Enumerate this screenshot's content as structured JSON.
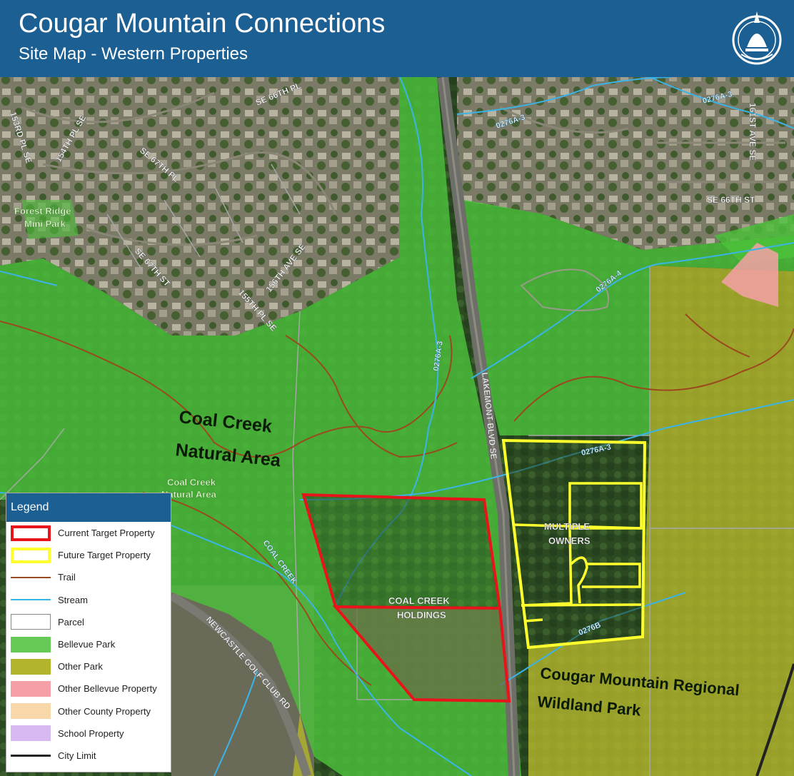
{
  "header": {
    "title": "Cougar Mountain Connections",
    "subtitle": "Site Map - Western Properties"
  },
  "map": {
    "areas": {
      "coal_creek_line1": "Coal Creek",
      "coal_creek_line2": "Natural Area",
      "cougar_line1": "Cougar Mountain Regional",
      "cougar_line2": "Wildland Park"
    },
    "streets": {
      "se66th_pl": "SE 66TH PL",
      "se67th_pl": "SE 67TH PL",
      "se67th_st": "SE 67TH ST",
      "ave156": "156TH AVE SE",
      "pl155": "155TH PL SE",
      "pl153": "153RD PL SE",
      "pl154": "154TH PL SE",
      "se66th_st": "SE 66TH ST",
      "ave161": "161ST AVE SE",
      "lakemont": "LAKEMONT BLVD SE",
      "newcastle": "NEWCASTLE GOLF CLUB RD"
    },
    "streams": {
      "s1": "0276A-3",
      "s2": "0276A-3",
      "s3": "0276A-4",
      "s4": "0276A-3",
      "s5": "0276B",
      "s6": "0276A-3",
      "coal": "COAL CREEK"
    },
    "parks": {
      "forest1": "Forest Ridge",
      "forest2": "Mini Park",
      "ccna1": "Coal Creek",
      "ccna2": "Natural Area"
    },
    "properties": {
      "current1": "COAL CREEK",
      "current2": "HOLDINGS",
      "future1": "MULTIPLE",
      "future2": "OWNERS"
    }
  },
  "legend": {
    "title": "Legend",
    "items": [
      {
        "label": "Current Target Property"
      },
      {
        "label": "Future Target Property"
      },
      {
        "label": "Trail"
      },
      {
        "label": "Stream"
      },
      {
        "label": "Parcel"
      },
      {
        "label": "Bellevue Park"
      },
      {
        "label": "Other Park"
      },
      {
        "label": "Other Bellevue Property"
      },
      {
        "label": "Other County Property"
      },
      {
        "label": "School Property"
      },
      {
        "label": "City Limit"
      }
    ]
  },
  "colors": {
    "header": "#1b5f93",
    "current_target": "#e8141b",
    "future_target": "#ffff2e",
    "trail": "#9a4a1e",
    "stream": "#3ab4e8",
    "parcel": "#9a9a9a",
    "bellevue_park": "#4cc13a",
    "other_park": "#b2b52c",
    "other_bellevue_property": "#f4a0a6",
    "other_county_property": "#f8d8a8",
    "school_property": "#d8b8f0",
    "city_limit": "#222222"
  }
}
